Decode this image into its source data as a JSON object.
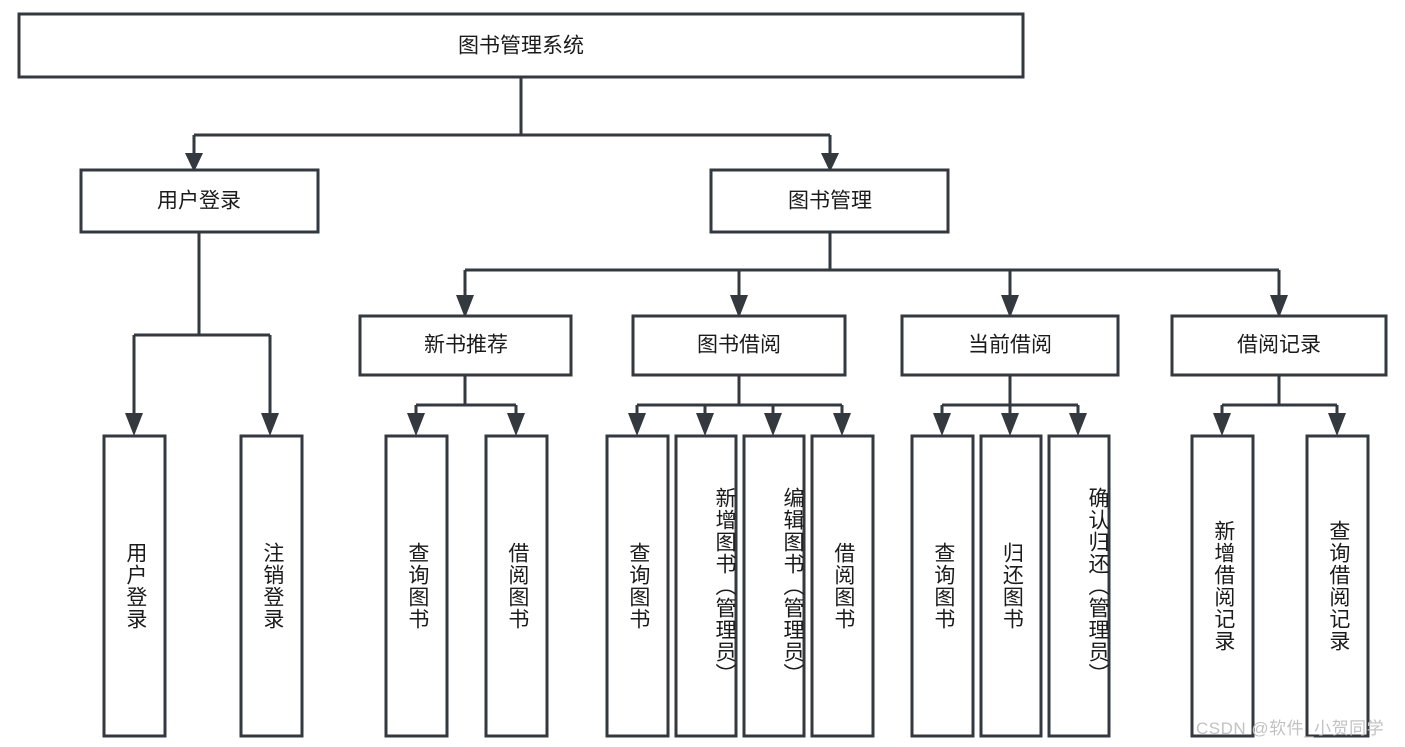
{
  "diagram": {
    "title": "图书管理系统",
    "type": "hierarchy-tree",
    "watermark": "CSDN @软件_小贺同学",
    "colors": {
      "background": "#ffffff",
      "box_border": "#33393f",
      "box_fill": "#ffffff",
      "text": "#1b1b1b",
      "watermark": "#c2c2c2"
    },
    "root": {
      "label": "图书管理系统",
      "children": [
        {
          "label": "用户登录",
          "children": [
            {
              "label": "用户登录"
            },
            {
              "label": "注销登录"
            }
          ]
        },
        {
          "label": "图书管理",
          "children": [
            {
              "label": "新书推荐",
              "children": [
                {
                  "label": "查询图书"
                },
                {
                  "label": "借阅图书"
                }
              ]
            },
            {
              "label": "图书借阅",
              "children": [
                {
                  "label": "查询图书"
                },
                {
                  "label": "新增图书（管理员）"
                },
                {
                  "label": "编辑图书（管理员）"
                },
                {
                  "label": "借阅图书"
                }
              ]
            },
            {
              "label": "当前借阅",
              "children": [
                {
                  "label": "查询图书"
                },
                {
                  "label": "归还图书"
                },
                {
                  "label": "确认归还（管理员）"
                }
              ]
            },
            {
              "label": "借阅记录",
              "children": [
                {
                  "label": "新增借阅记录"
                },
                {
                  "label": "查询借阅记录"
                }
              ]
            }
          ]
        }
      ]
    },
    "nodes": {
      "root": "图书管理系统",
      "l1_user_login": "用户登录",
      "l1_book_mgmt": "图书管理",
      "l2_new_book_rec": "新书推荐",
      "l2_book_borrow": "图书借阅",
      "l2_current_borrow": "当前借阅",
      "l2_borrow_record": "借阅记录",
      "leaf_user_login": "用户登录",
      "leaf_user_logout": "注销登录",
      "leaf_rec_query_book": "查询图书",
      "leaf_rec_borrow_book": "借阅图书",
      "leaf_borrow_query_book": "查询图书",
      "leaf_borrow_add_book": "新增图书（管理员）",
      "leaf_borrow_edit_book": "编辑图书（管理员）",
      "leaf_borrow_borrow_book": "借阅图书",
      "leaf_cur_query_book": "查询图书",
      "leaf_cur_return_book": "归还图书",
      "leaf_cur_confirm_return": "确认归还（管理员）",
      "leaf_rec_add_record": "新增借阅记录",
      "leaf_rec_query_record": "查询借阅记录"
    }
  }
}
